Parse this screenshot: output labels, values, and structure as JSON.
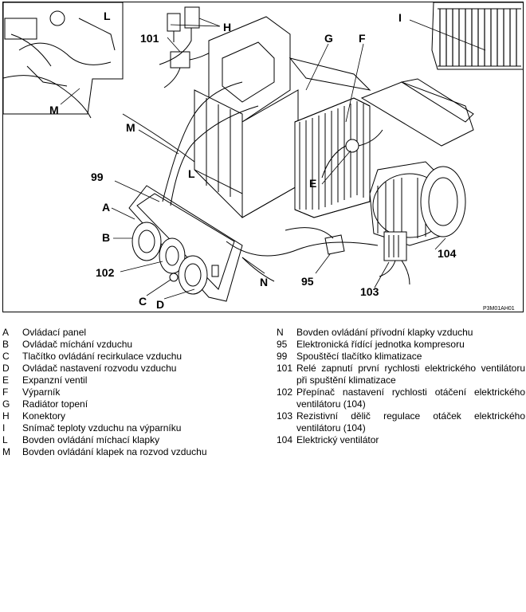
{
  "diagram": {
    "callouts": {
      "l_top": "L",
      "h": "H",
      "i": "I",
      "101": "101",
      "g": "G",
      "f": "F",
      "m_inset": "M",
      "m": "M",
      "l": "L",
      "99": "99",
      "e": "E",
      "a": "A",
      "b": "B",
      "102": "102",
      "c": "C",
      "d": "D",
      "n": "N",
      "95": "95",
      "104": "104",
      "103": "103"
    },
    "figure_code": "P3M01AH01"
  },
  "legend": {
    "left": [
      {
        "key": "A",
        "text": "Ovládací panel"
      },
      {
        "key": "B",
        "text": "Ovládač míchání vzduchu"
      },
      {
        "key": "C",
        "text": "Tlačítko ovládání recirkulace vzduchu"
      },
      {
        "key": "D",
        "text": "Ovládač nastavení rozvodu vzduchu"
      },
      {
        "key": "E",
        "text": "Expanzní ventil"
      },
      {
        "key": "F",
        "text": "Výparník"
      },
      {
        "key": "G",
        "text": "Radiátor topení"
      },
      {
        "key": "H",
        "text": "Konektory"
      },
      {
        "key": "I",
        "text": "Snímač teploty vzduchu na výparníku"
      },
      {
        "key": "L",
        "text": "Bovden ovládání míchací klapky"
      },
      {
        "key": "M",
        "text": "Bovden ovládání klapek na rozvod vzduchu"
      }
    ],
    "right": [
      {
        "key": "N",
        "text": "Bovden ovládání přívodní klapky vzduchu"
      },
      {
        "key": "95",
        "text": "Elektronická řídící jednotka kompresoru"
      },
      {
        "key": "99",
        "text": "Spouštěcí tlačítko klimatizace"
      },
      {
        "key": "101",
        "text": "Relé zapnutí první rychlosti elektrického ventilátoru při spuštění klimatizace"
      },
      {
        "key": "102",
        "text": "Přepínač nastavení rychlosti otáčení elektrického ventilátoru (104)"
      },
      {
        "key": "103",
        "text": "Rezistivní dělič regulace otáček elektrického ventilátoru (104)"
      },
      {
        "key": "104",
        "text": "Elektrický ventilátor"
      }
    ]
  }
}
